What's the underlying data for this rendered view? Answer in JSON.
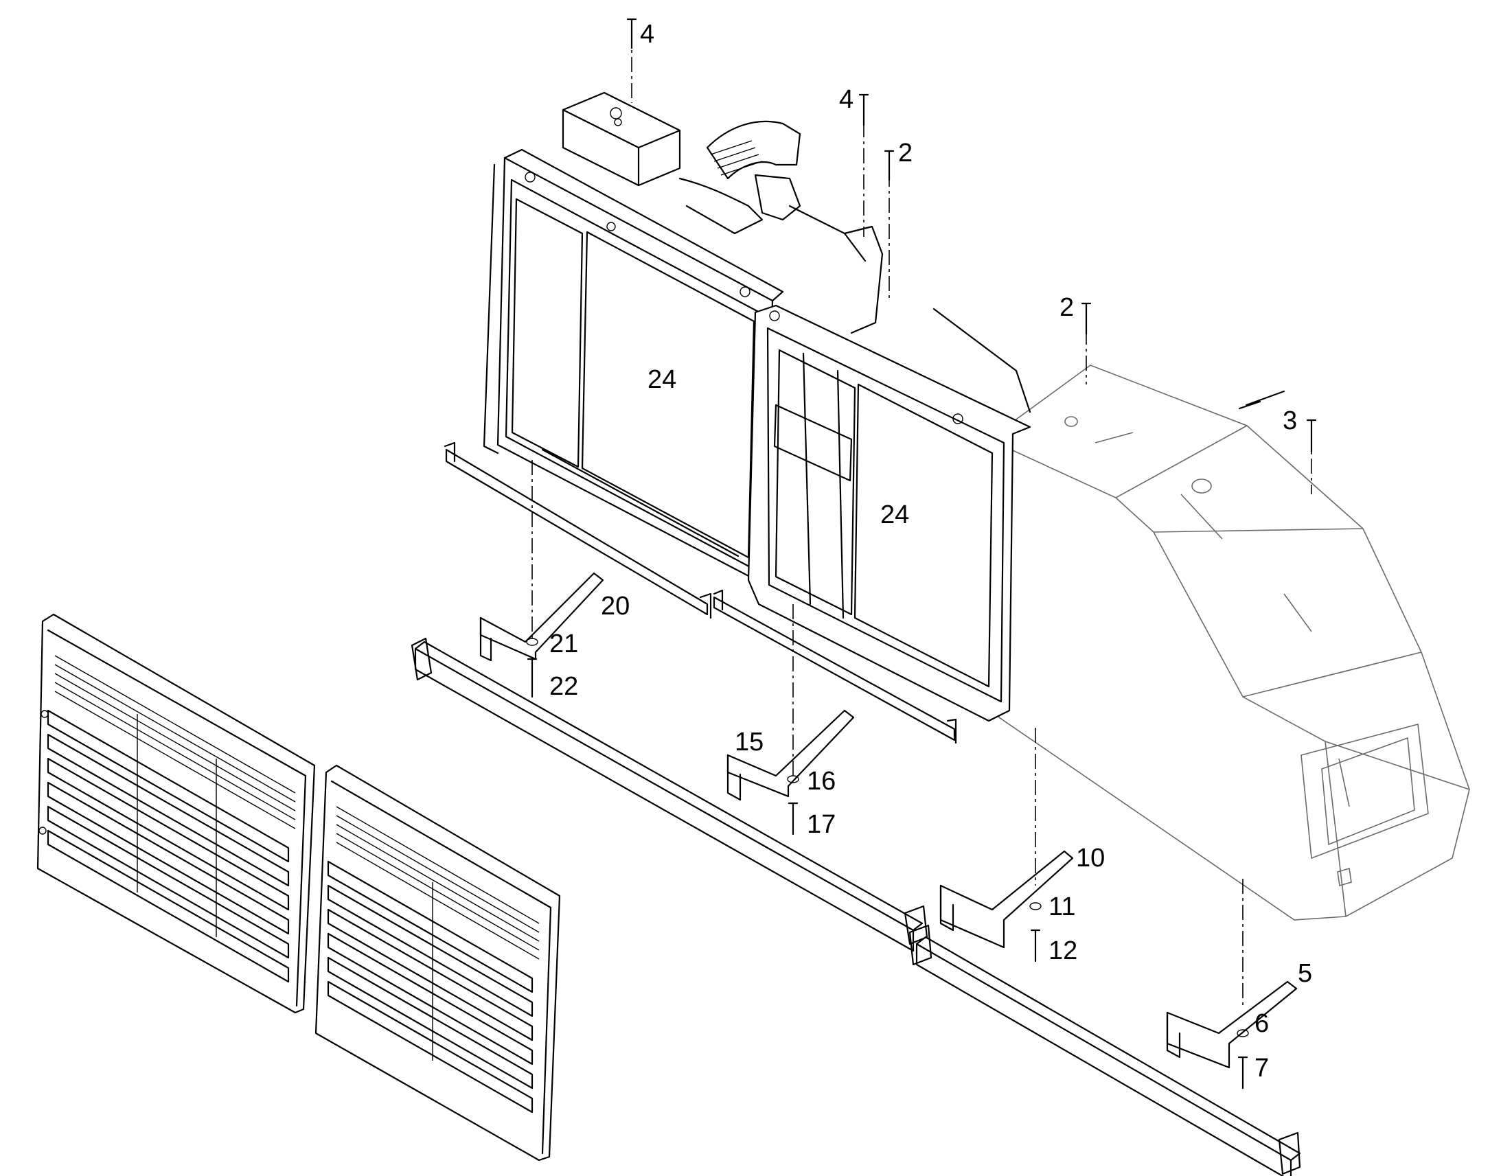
{
  "callouts": {
    "c4a": "4",
    "c4b": "4",
    "c2a": "2",
    "c2b": "2",
    "c3": "3",
    "c24a": "24",
    "c24b": "24",
    "c20": "20",
    "c21": "21",
    "c22": "22",
    "c15": "15",
    "c16": "16",
    "c17": "17",
    "c10": "10",
    "c11": "11",
    "c12": "12",
    "c5": "5",
    "c6": "6",
    "c7": "7"
  }
}
